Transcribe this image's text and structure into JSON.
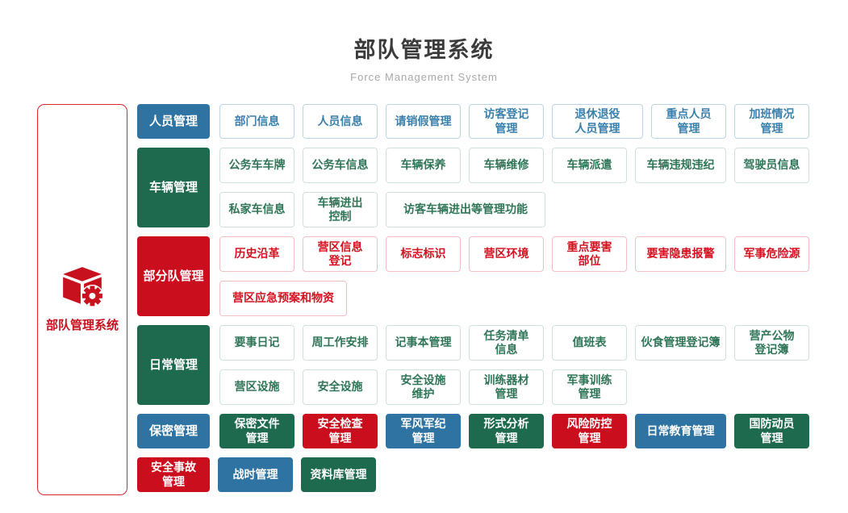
{
  "page": {
    "title": "部队管理系统",
    "subtitle": "Force Management System"
  },
  "root": {
    "label": "部队管理系统",
    "icon": "cube-gear-icon"
  },
  "colors": {
    "blue": "#2e73a1",
    "green": "#1e6a4f",
    "red": "#cb0e1e",
    "blue_text": "#3a80ad",
    "blue_border": "#b8d6e8",
    "green_text": "#2f7557",
    "green_border": "#cfe2da",
    "red_text": "#d5101f",
    "red_border": "#f2bfc4",
    "root_red": "#c8111e",
    "root_border": "#dd2630",
    "title_text": "#3b3b3b",
    "subtitle_text": "#a8a8a8"
  },
  "rows": [
    {
      "category": {
        "label": "人员管理",
        "color": "blue"
      },
      "style": "outline",
      "color": "blue",
      "lines": [
        [
          {
            "label": "部门信息"
          },
          {
            "label": "人员信息"
          },
          {
            "label": "请销假管理"
          },
          {
            "label": "访客登记\n管理"
          },
          {
            "label": "退休退役\n人员管理",
            "size": "m"
          },
          {
            "label": "重点人员\n管理"
          },
          {
            "label": "加班情况\n管理"
          }
        ]
      ]
    },
    {
      "category": {
        "label": "车辆管理",
        "color": "green"
      },
      "style": "outline",
      "color": "green",
      "lines": [
        [
          {
            "label": "公务车车牌"
          },
          {
            "label": "公务车信息"
          },
          {
            "label": "车辆保养"
          },
          {
            "label": "车辆维修"
          },
          {
            "label": "车辆派遣"
          },
          {
            "label": "车辆违规违纪",
            "size": "m"
          },
          {
            "label": "驾驶员信息"
          }
        ],
        [
          {
            "label": "私家车信息"
          },
          {
            "label": "车辆进出\n控制"
          },
          {
            "label": "访客车辆进出等管理功能",
            "size": "xl"
          }
        ]
      ]
    },
    {
      "category": {
        "label": "部分队管理",
        "color": "red"
      },
      "style": "outline",
      "color": "red",
      "lines": [
        [
          {
            "label": "历史沿革"
          },
          {
            "label": "营区信息\n登记"
          },
          {
            "label": "标志标识"
          },
          {
            "label": "营区环境"
          },
          {
            "label": "重点要害\n部位"
          },
          {
            "label": "要害隐患报警",
            "size": "m"
          },
          {
            "label": "军事危险源"
          }
        ],
        [
          {
            "label": "营区应急预案和物资",
            "size": "l"
          }
        ]
      ]
    },
    {
      "category": {
        "label": "日常管理",
        "color": "green"
      },
      "style": "outline",
      "color": "green",
      "lines": [
        [
          {
            "label": "要事日记"
          },
          {
            "label": "周工作安排"
          },
          {
            "label": "记事本管理"
          },
          {
            "label": "任务清单\n信息"
          },
          {
            "label": "值班表"
          },
          {
            "label": "伙食管理登记簿",
            "size": "m"
          },
          {
            "label": "营产公物\n登记簿"
          }
        ],
        [
          {
            "label": "营区设施"
          },
          {
            "label": "安全设施"
          },
          {
            "label": "安全设施\n维护"
          },
          {
            "label": "训练器材\n管理"
          },
          {
            "label": "军事训练\n管理"
          }
        ]
      ]
    },
    {
      "category": {
        "label": "保密管理",
        "color": "blue"
      },
      "style": "solid",
      "lines": [
        [
          {
            "label": "保密文件\n管理",
            "color": "green"
          },
          {
            "label": "安全检查\n管理",
            "color": "red"
          },
          {
            "label": "军风军纪\n管理",
            "color": "blue"
          },
          {
            "label": "形式分析\n管理",
            "color": "green"
          },
          {
            "label": "风险防控\n管理",
            "color": "red"
          },
          {
            "label": "日常教育管理",
            "color": "blue",
            "size": "m"
          },
          {
            "label": "国防动员\n管理",
            "color": "green"
          }
        ]
      ]
    },
    {
      "category": null,
      "style": "solid",
      "lines": [
        [
          {
            "label": "安全事故\n管理",
            "color": "red",
            "size": "cat"
          },
          {
            "label": "战时管理",
            "color": "blue"
          },
          {
            "label": "资料库管理",
            "color": "green"
          }
        ]
      ]
    }
  ]
}
